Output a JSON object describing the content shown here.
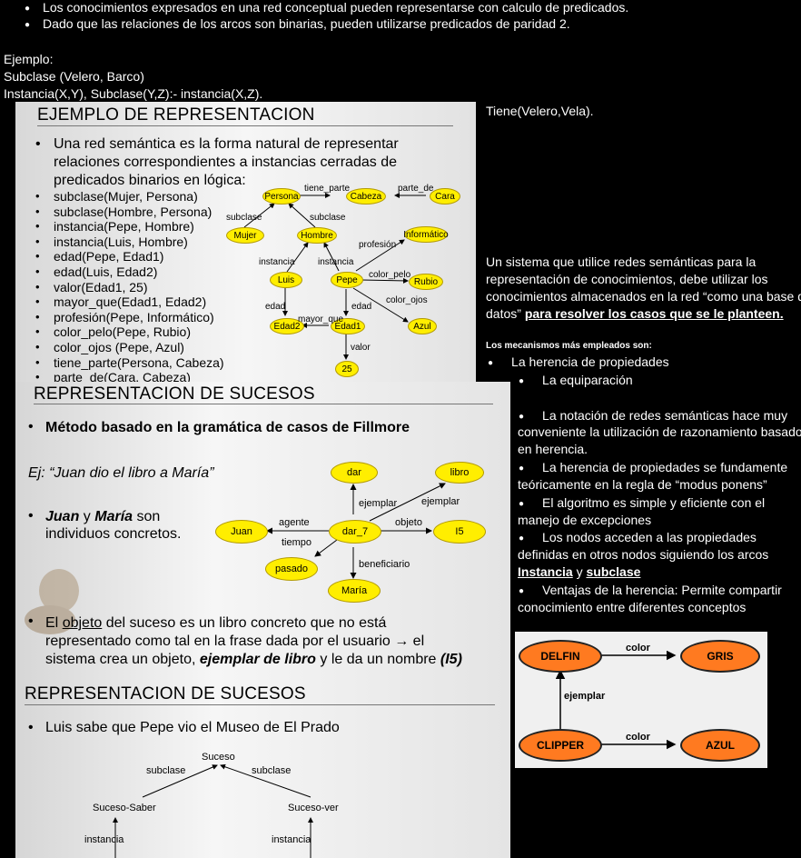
{
  "intro": {
    "bullets": [
      "Los conocimientos expresados en una red conceptual pueden representarse con calculo de predicados.",
      "Dado que las relaciones de los arcos son binarias, pueden utilizarse predicados de paridad 2."
    ],
    "example_label": "Ejemplo:",
    "example_lines": [
      "Subclase (Velero, Barco)",
      "Instancia(X,Y), Subclase(Y,Z):- instancia(X,Z)."
    ],
    "tiene": "Tiene(Velero,Vela)."
  },
  "slide1": {
    "title": "EJEMPLO DE REPRESENTACION",
    "intro_lines": [
      "Una red semántica es la forma natural de representar",
      "relaciones correspondientes a instancias cerradas de",
      "predicados binarios en lógica:"
    ],
    "items": [
      "subclase(Mujer, Persona)",
      "subclase(Hombre, Persona)",
      "instancia(Pepe, Hombre)",
      "instancia(Luis, Hombre)",
      "edad(Pepe, Edad1)",
      "edad(Luis, Edad2)",
      "valor(Edad1, 25)",
      "mayor_que(Edad1, Edad2)",
      "profesión(Pepe, Informático)",
      "color_pelo(Pepe, Rubio)",
      "color_ojos (Pepe, Azul)",
      "tiene_parte(Persona, Cabeza)",
      "parte_de(Cara, Cabeza)"
    ],
    "nodes": {
      "persona": "Persona",
      "cabeza": "Cabeza",
      "cara": "Cara",
      "mujer": "Mujer",
      "hombre": "Hombre",
      "informatico": "Informático",
      "luis": "Luis",
      "pepe": "Pepe",
      "rubio": "Rubio",
      "edad2": "Edad2",
      "edad1": "Edad1",
      "azul": "Azul",
      "v25": "25"
    },
    "edges": {
      "tiene_parte": "tiene_parte",
      "parte_de": "parte_de",
      "subclase1": "subclase",
      "subclase2": "subclase",
      "profesion": "profesión",
      "instancia1": "instancia",
      "instancia2": "instancia",
      "color_pelo": "color_pelo",
      "color_ojos": "color_ojos",
      "edad1": "edad",
      "edad2": "edad",
      "mayor_que": "mayor_que",
      "valor": "valor"
    }
  },
  "right": {
    "para_lines": [
      "Un sistema que utilice redes semánticas para la",
      "representación de conocimientos, debe utilizar los",
      "conocimientos almacenados en la red “como una base de",
      "datos”"
    ],
    "para_link": "para resolver los casos que se le planteen.",
    "mech_title": "Los mecanismos más empleados son:",
    "mech1": "La herencia de propiedades",
    "mech2": "La equiparación",
    "p1": [
      "La notación de redes semánticas hace muy",
      "conveniente la utilización de razonamiento basado",
      "en herencia."
    ],
    "p2": [
      "La herencia de propiedades se fundamente",
      "teóricamente en la regla de “modus ponens”"
    ],
    "p3": [
      "El algoritmo es simple y eficiente con el",
      "manejo de excepciones"
    ],
    "p4": [
      "Los nodos acceden a las propiedades",
      "definidas en otros nodos siguiendo los arcos"
    ],
    "p4_link1": "Instancia",
    "p4_and": "y",
    "p4_link2": "subclase",
    "p5": [
      "Ventajas de la herencia: Permite compartir",
      "conocimiento entre diferentes conceptos"
    ]
  },
  "slide2": {
    "title": "REPRESENTACION DE SUCESOS",
    "bullet1": "Método basado en la gramática de casos de Fillmore",
    "example": "Ej: “Juan dio el libro a María”",
    "b2_a": "Juan",
    "b2_y": "y",
    "b2_b": "María",
    "b2_c": "son",
    "b2_line2": "individuos concretos.",
    "nodes": {
      "dar": "dar",
      "libro": "libro",
      "juan": "Juan",
      "dar7": "dar_7",
      "i5": "I5",
      "pasado": "pasado",
      "maria": "María"
    },
    "edges": {
      "ejemplar1": "ejemplar",
      "ejemplar2": "ejemplar",
      "agente": "agente",
      "objeto": "objeto",
      "tiempo": "tiempo",
      "beneficiario": "beneficiario"
    },
    "b3_l1_a": "El",
    "b3_l1_u": "objeto",
    "b3_l1_b": "del suceso es un libro concreto que no está",
    "b3_l2": "representado como tal en la frase dada por el usuario → el",
    "b3_l3_a": "sistema crea un objeto,",
    "b3_l3_b": "ejemplar de libro",
    "b3_l3_c": "y le da un nombre",
    "b3_l3_d": "(I5)"
  },
  "slide3": {
    "title": "REPRESENTACION DE SUCESOS",
    "bullet": "Luis sabe que Pepe vio el Museo de El Prado",
    "nodes": {
      "suceso": "Suceso",
      "saber": "Suceso-Saber",
      "ver": "Suceso-ver"
    },
    "edges": {
      "subclase1": "subclase",
      "subclase2": "subclase",
      "instancia1": "instancia",
      "instancia2": "instancia"
    }
  },
  "slide4": {
    "nodes": {
      "delfin": "DELFIN",
      "gris": "GRIS",
      "clipper": "CLIPPER",
      "azul": "AZUL"
    },
    "edges": {
      "color1": "color",
      "ejemplar": "ejemplar",
      "color2": "color"
    },
    "node_color": "#ff7a20"
  }
}
